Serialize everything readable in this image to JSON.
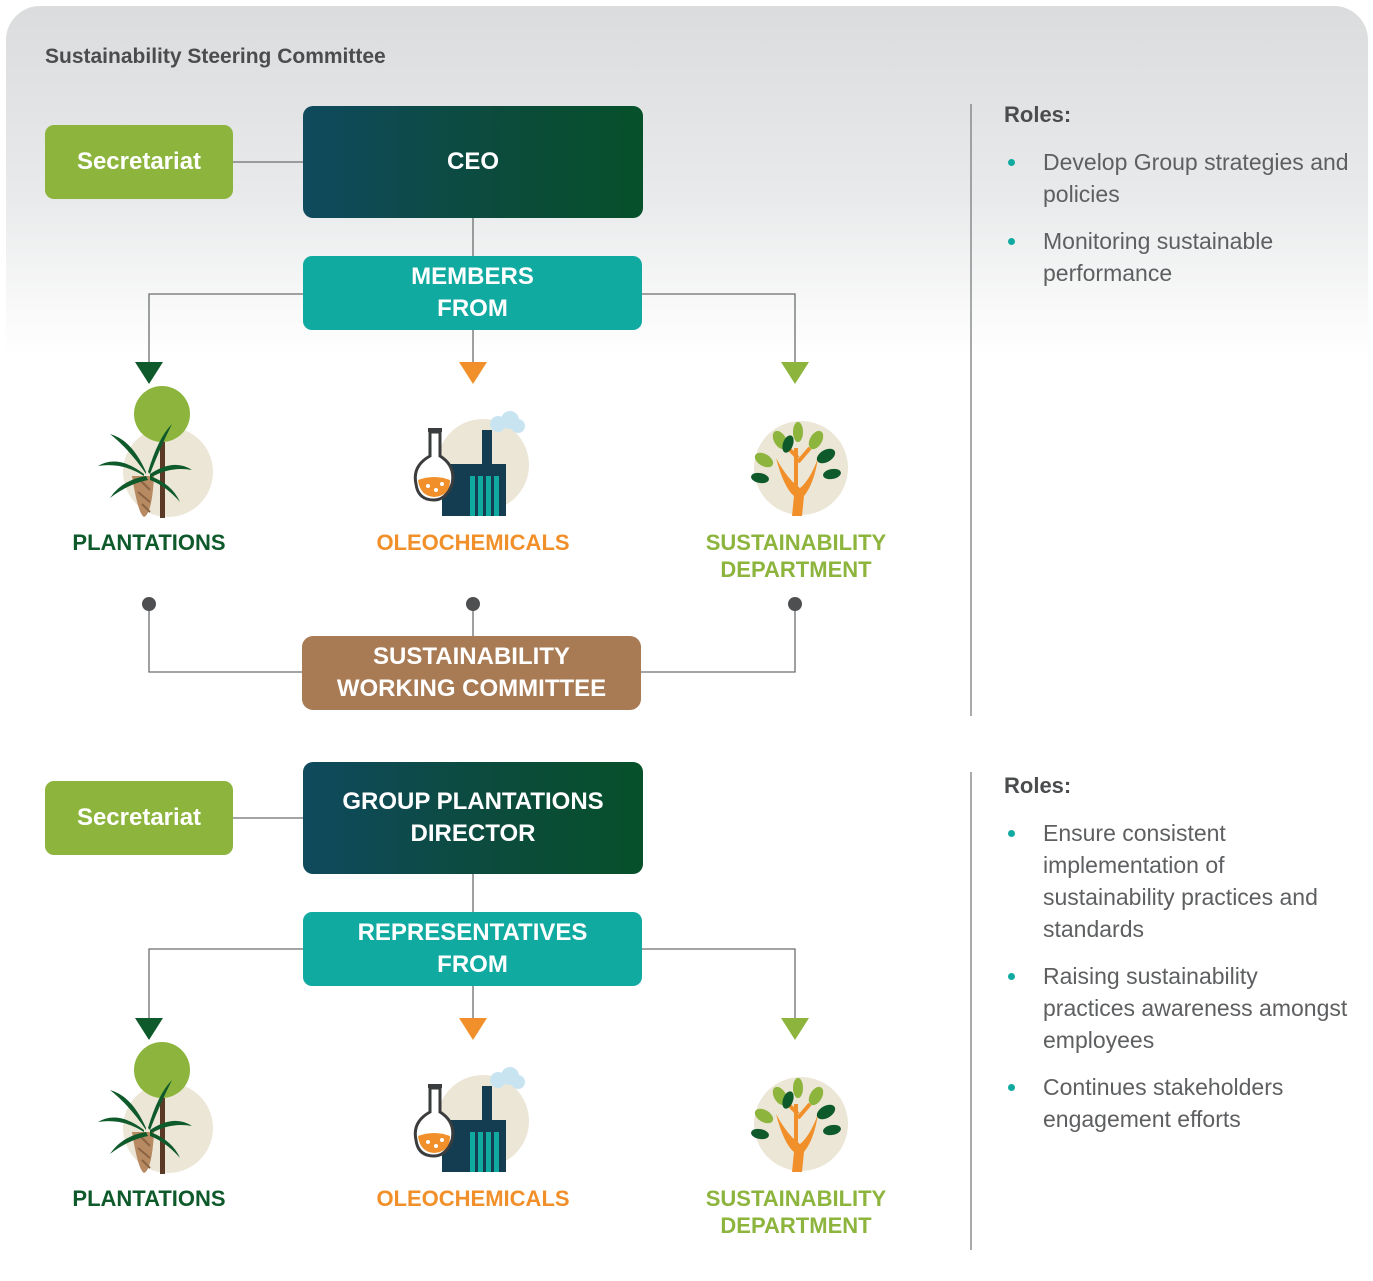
{
  "title": "Sustainability Steering Committee",
  "colors": {
    "secretariat": "#8db53e",
    "leader_gradient": [
      "#0f4a5e",
      "#06502a"
    ],
    "members_box": "#10aaa0",
    "working_committee": "#a87b54",
    "plantations": "#0f5a2b",
    "oleochemicals": "#f1902a",
    "sustainability": "#8db53e",
    "bullet": "#10aaa0"
  },
  "steering": {
    "secretariat": "Secretariat",
    "leader": "CEO",
    "members_box": "MEMBERS\nFROM",
    "units": [
      {
        "label": "PLANTATIONS",
        "icon": "palm-tree-icon"
      },
      {
        "label": "OLEOCHEMICALS",
        "icon": "factory-flask-icon"
      },
      {
        "label": "SUSTAINABILITY\nDEPARTMENT",
        "icon": "hands-tree-icon"
      }
    ],
    "working_committee": "SUSTAINABILITY\nWORKING COMMITTEE",
    "roles_title": "Roles:",
    "roles": [
      "Develop Group strategies and policies",
      "Monitoring sustainable performance"
    ]
  },
  "working": {
    "secretariat": "Secretariat",
    "leader": "GROUP PLANTATIONS\nDIRECTOR",
    "members_box": "REPRESENTATIVES\nFROM",
    "units": [
      {
        "label": "PLANTATIONS",
        "icon": "palm-tree-icon"
      },
      {
        "label": "OLEOCHEMICALS",
        "icon": "factory-flask-icon"
      },
      {
        "label": "SUSTAINABILITY\nDEPARTMENT",
        "icon": "hands-tree-icon"
      }
    ],
    "roles_title": "Roles:",
    "roles": [
      "Ensure consistent implementation of sustainability practices and standards",
      "Raising sustainability practices awareness amongst employees",
      "Continues stakeholders engagement efforts"
    ]
  }
}
